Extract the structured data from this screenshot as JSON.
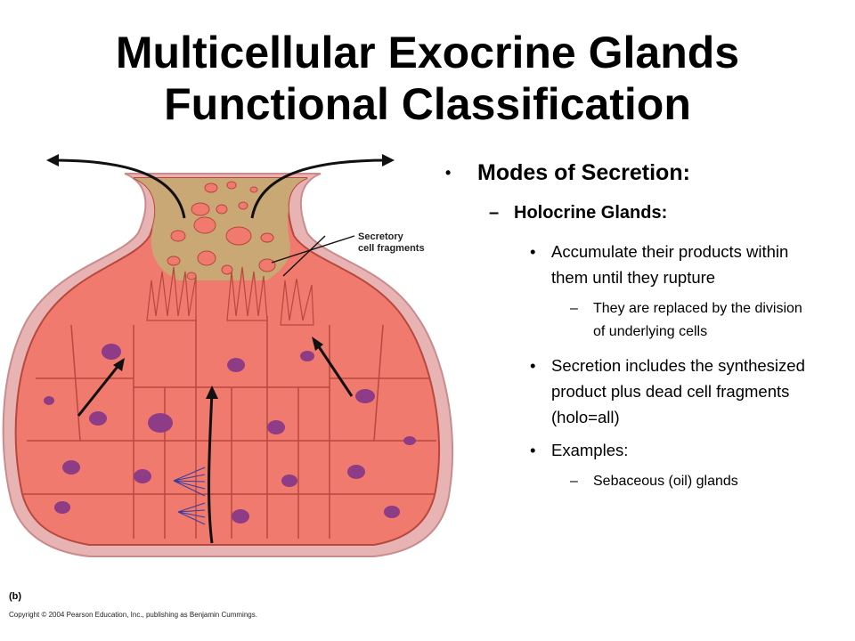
{
  "slide": {
    "title_line1": "Multicellular Exocrine Glands",
    "title_line2": "Functional Classification"
  },
  "figure": {
    "callout_line1": "Secretory",
    "callout_line2": "cell fragments",
    "panel_label": "(b)",
    "copyright": "Copyright © 2004 Pearson Education, Inc., publishing as Benjamin Cummings.",
    "colors": {
      "cell": "#f07a6e",
      "cell_border": "#b8473d",
      "nucleus": "#8e3c86",
      "lumen": "#c9a876",
      "capsule": "#e8b3b3"
    }
  },
  "bullets": {
    "l1_marker": "•",
    "l1_text": "Modes of Secretion:",
    "l2_marker": "–",
    "l2_text": "Holocrine Glands:",
    "b1_marker": "•",
    "b1_text": "Accumulate their products within them until they rupture",
    "s1_marker": "–",
    "s1_text": "They are replaced by the division of underlying cells",
    "b2_marker": "•",
    "b2_text": "Secretion includes the synthesized product plus dead cell fragments (holo=all)",
    "b3_marker": "•",
    "b3_text": "Examples:",
    "s2_marker": "–",
    "s2_text": "Sebaceous (oil) glands"
  }
}
